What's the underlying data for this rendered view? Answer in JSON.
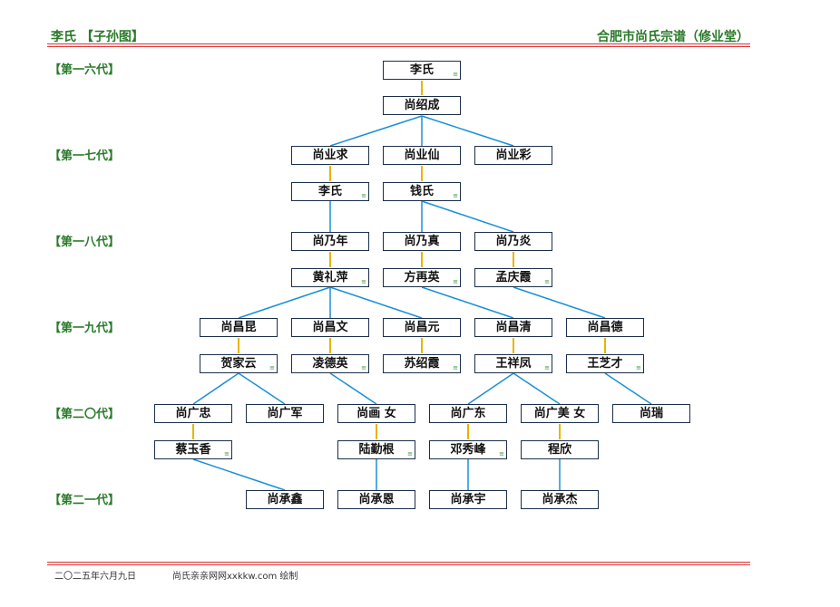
{
  "header": {
    "left": "李氏 【子孙图】",
    "right": "合肥市尚氏宗谱（修业堂）"
  },
  "generations": [
    "【第一六代】",
    "【第一七代】",
    "【第一八代】",
    "【第一九代】",
    "【第二〇代】",
    "【第二一代】"
  ],
  "persons": {
    "g16_li": "李氏",
    "g16_shaocheng": "尚绍成",
    "g17_yeqiu": "尚业求",
    "g17_yexian": "尚业仙",
    "g17_yecai": "尚业彩",
    "g17_li": "李氏",
    "g17_qian": "钱氏",
    "g18_nainian": "尚乃年",
    "g18_naizhen": "尚乃真",
    "g18_naiyan": "尚乃炎",
    "g18_huang": "黄礼萍",
    "g18_fang": "方再英",
    "g18_meng": "孟庆霞",
    "g19_kun": "尚昌昆",
    "g19_wen": "尚昌文",
    "g19_yuan": "尚昌元",
    "g19_qing": "尚昌清",
    "g19_de": "尚昌德",
    "g19_he": "贺家云",
    "g19_ling": "凌德英",
    "g19_su": "苏绍霞",
    "g19_wang": "王祥凤",
    "g19_wangzhi": "王芝才",
    "g20_guangzhong": "尚广忠",
    "g20_guangjun": "尚广军",
    "g20_nv1": "尚画 女",
    "g20_guangdong": "尚广东",
    "g20_nv2": "尚广美 女",
    "g20_rui": "尚瑞",
    "g20_cai": "蔡玉香",
    "g20_lu": "陆勤根",
    "g20_deng": "邓秀峰",
    "g20_cheng": "程欣",
    "g21_xin": "尚承鑫",
    "g21_en": "尚承恩",
    "g21_yu": "尚承宇",
    "g21_jie": "尚承杰"
  },
  "spouse_mark": "≡",
  "colors": {
    "header": "#2a7a2a",
    "rule": "#dd3333",
    "parent_line": "#1a8fd8",
    "spouse_line": "#e8b400",
    "node_border": "#1c2f4a"
  },
  "footer": {
    "date": "二〇二五年六月九日",
    "credit": "尚氏亲亲网网xxkkw.com 绘制"
  }
}
